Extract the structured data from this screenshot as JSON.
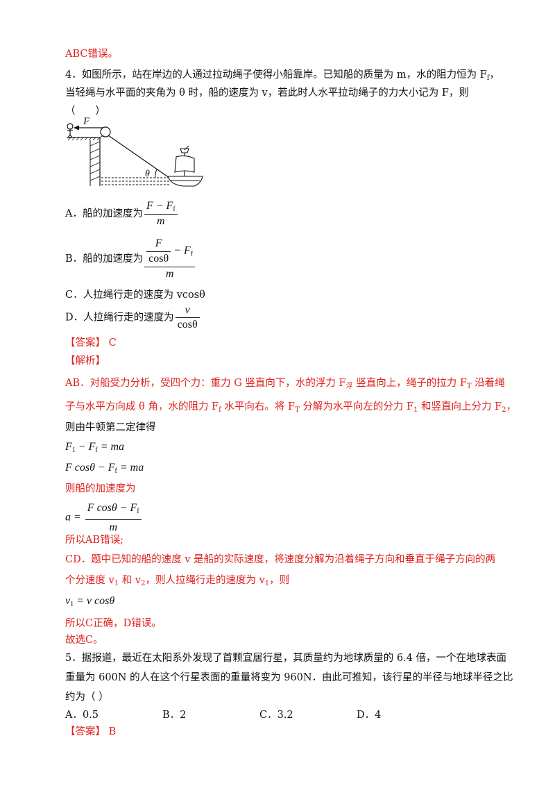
{
  "prev_tail": "ABC错误。",
  "q4": {
    "line1": "4．如图所示，站在岸边的人通过拉动绳子使得小船靠岸。已知船的质量为 m，水的阻力恒为 F",
    "line1_sub": "f",
    "line1_end": "，",
    "line2": "当轻绳与水平面的夹角为 θ 时，船的速度为 v，若此时人水平拉动绳子的力大小记为 F，则",
    "line3": "（　　）",
    "diagram": {
      "force_label": "F",
      "angle_label": "θ"
    },
    "optA_prefix": "A．船的加速度为",
    "optA_num": "F − F",
    "optA_num_sub": "f",
    "optA_den": "m",
    "optB_prefix": "B．船的加速度为",
    "optB_inner_num": "F",
    "optB_inner_den": "cosθ",
    "optB_tail": " − F",
    "optB_tail_sub": "f",
    "optB_den": "m",
    "optC": "C．人拉绳行走的速度为 vcosθ",
    "optD_prefix": "D．人拉绳行走的速度为",
    "optD_num": "v",
    "optD_den": "cosθ"
  },
  "answer_label": "【答案】",
  "answer_value": "C",
  "analysis_label": "【解析】",
  "analysis": {
    "p1a": "AB．对船受力分析，受四个力：重力 G 竖直向下，水的浮力 F",
    "p1a_sub": "浮",
    "p1b": " 竖直向上，绳子的拉力 F",
    "p1b_sub": "T",
    "p1c": " 沿着绳",
    "p2a": "子与水平方向成 θ 角，水的阻力 F",
    "p2a_sub": "f",
    "p2b": " 水平向右。将 F",
    "p2b_sub": "T",
    "p2c": " 分解为水平向左的分力 F",
    "p2c_sub": "1",
    "p2d": " 和竖直向上分力 F",
    "p2d_sub": "2",
    "p2e": "，",
    "p3": "则由牛顿第二定律得",
    "eq1a": "F",
    "eq1a_sub": "1",
    "eq1b": " − F",
    "eq1b_sub": "f",
    "eq1c": " = ma",
    "eq2a": "F cosθ − F",
    "eq2a_sub": "f",
    "eq2b": " = ma",
    "p4": "则船的加速度为",
    "eq3_lhs": "a = ",
    "eq3_num": "F cosθ − F",
    "eq3_num_sub": "f",
    "eq3_den": "m",
    "p5": "所以AB错误;",
    "p6": "CD．题中已知的船的速度 v 是船的实际速度，将速度分解为沿着绳子方向和垂直于绳子方向的两",
    "p7a": "个分速度 v",
    "p7a_sub": "1",
    "p7b": " 和 v",
    "p7b_sub": "2",
    "p7c": "，则人拉绳行走的速度为 v",
    "p7c_sub": "1",
    "p7d": "，则",
    "eq4a": "v",
    "eq4a_sub": "1",
    "eq4b": " = v cosθ",
    "p8": "所以C正确，D错误。",
    "p9": "故选C。"
  },
  "q5": {
    "line1": "5．据报道，最近在太阳系外发现了首颗宜居行星，其质量约为地球质量的 6.4 倍，一个在地球表面",
    "line2": "重量为 600N 的人在这个行星表面的重量将变为 960N．由此可推知，该行星的半径与地球半径之比",
    "line3": "约为（ ）",
    "optA": "A．0.5",
    "optB": "B．2",
    "optC": "C．3.2",
    "optD": "D．4"
  },
  "answer2_label": "【答案】",
  "answer2_value": "B"
}
